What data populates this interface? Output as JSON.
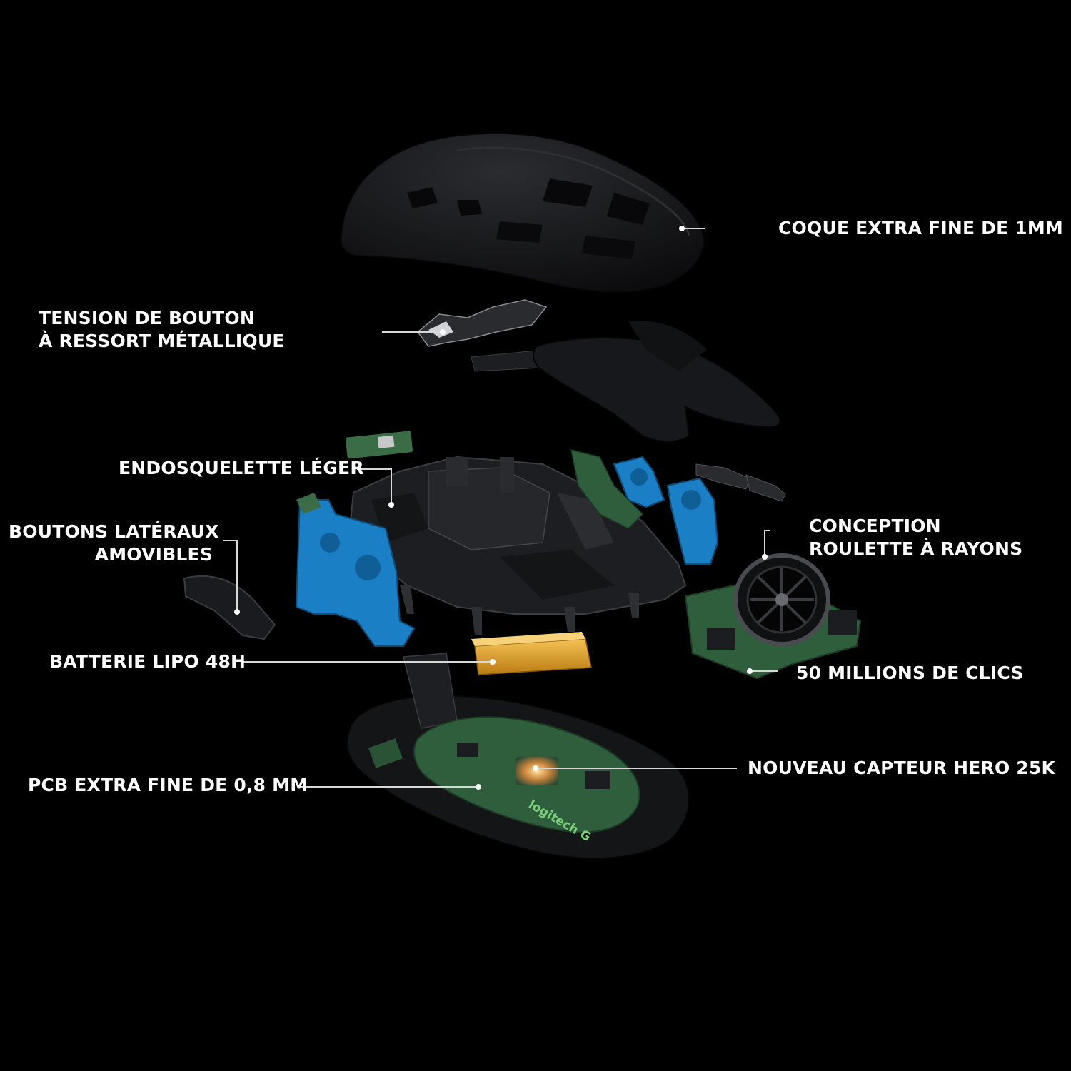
{
  "colors": {
    "background": "#000000",
    "label_text": "#ffffff",
    "leader_line": "#d8d8d8",
    "shell": "#141416",
    "frame": "#1c1d20",
    "blue_parts": "#1a7fc4",
    "pcb_green": "#2f5e3c",
    "battery": "#e3a426",
    "logo_green": "#7ad07a"
  },
  "labels": {
    "shell": {
      "line1": "COQUE EXTRA FINE DE 1MM"
    },
    "spring": {
      "line1": "TENSION DE BOUTON",
      "line2": "À RESSORT MÉTALLIQUE"
    },
    "endoskeleton": {
      "line1": "ENDOSQUELETTE LÉGER"
    },
    "side_buttons": {
      "line1": "BOUTONS LATÉRAUX",
      "line2": "AMOVIBLES"
    },
    "wheel": {
      "line1": "CONCEPTION",
      "line2": "ROULETTE À RAYONS"
    },
    "battery": {
      "line1": "BATTERIE LIPO 48H"
    },
    "clicks": {
      "line1": "50 MILLIONS DE CLICS"
    },
    "sensor": {
      "line1": "NOUVEAU CAPTEUR HERO 25K"
    },
    "pcb": {
      "line1": "PCB EXTRA FINE DE 0,8 MM"
    }
  },
  "branding": {
    "logo_text": "logitech",
    "mark": "G"
  }
}
